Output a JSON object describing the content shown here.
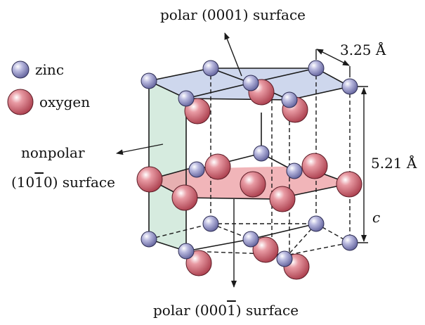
{
  "legend": {
    "zinc_label": "zinc",
    "oxygen_label": "oxygen"
  },
  "labels": {
    "top_surface": "polar (0001) surface",
    "bottom_surface_prefix": "polar (000",
    "bottom_surface_bar": "1",
    "bottom_surface_suffix": ") surface",
    "side_surface_line1": "nonpolar",
    "side_surface_line2_prefix": "(10",
    "side_surface_line2_bar": "1",
    "side_surface_line2_suffix": "0) surface",
    "lattice_a": "3.25 Å",
    "lattice_c_value": "5.21 Å",
    "lattice_c_symbol": "c"
  },
  "colors": {
    "zinc": "#8e8ec4",
    "oxygen": "#d7747f",
    "polar_plane": "#c6d0ea",
    "middle_plane": "#ec9ca2",
    "nonpolar_plane": "#cfe8d9"
  }
}
